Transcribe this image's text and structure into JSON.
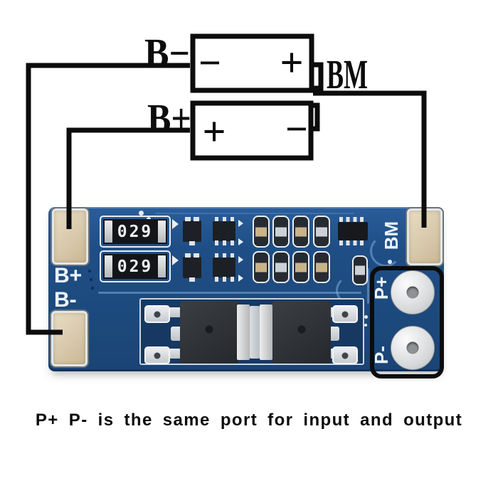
{
  "caption": "P+ P- is the same port for input and output",
  "schematic": {
    "top_cell": {
      "label": "B−",
      "left_sign": "−",
      "right_sign": "+"
    },
    "bottom_cell": {
      "label": "B+",
      "left_sign": "+",
      "right_sign": "−"
    },
    "bm_wire_label": "BM"
  },
  "board": {
    "silkscreen": {
      "b_plus": "B+",
      "b_minus": "B-",
      "bm": "BM",
      "p_plus": "P+",
      "p_minus": "P-"
    },
    "resistor_labels": [
      "029",
      "029"
    ],
    "colors": {
      "pcb_blue": "#1d4a7e",
      "pcb_dark_zone": "#173862",
      "pad_tan": "#d8c9ac",
      "silkscreen_white": "#edf3f9",
      "wire_black": "#0c0c0c"
    }
  }
}
